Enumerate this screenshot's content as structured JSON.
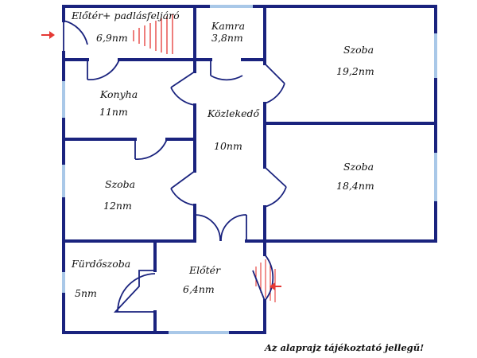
{
  "colors": {
    "wall": "#1a237e",
    "window": "#a9c8e8",
    "door": "#1a237e",
    "stairs": "#e53935",
    "entrance_arrow": "#e53935",
    "background": "#ffffff"
  },
  "rooms": {
    "eloter_padlas": {
      "name": "Előtér+ padlásfeljáró",
      "area": "6,9nm"
    },
    "kamra": {
      "name": "Kamra",
      "area": "3,8nm"
    },
    "szoba_1": {
      "name": "Szoba",
      "area": "19,2nm"
    },
    "konyha": {
      "name": "Konyha",
      "area": "11nm"
    },
    "kozlekedo": {
      "name": "Közlekedő",
      "area": "10nm"
    },
    "szoba_2": {
      "name": "Szoba",
      "area": "18,4nm"
    },
    "szoba_3": {
      "name": "Szoba",
      "area": "12nm"
    },
    "furdoszoba": {
      "name": "Fürdőszoba",
      "area": "5nm"
    },
    "eloter": {
      "name": "Előtér",
      "area": "6,4nm"
    }
  },
  "disclaimer": "Az alaprajz tájékoztató jellegű!",
  "icons": {
    "entrance_left": "arrow-right-icon",
    "entrance_right": "arrow-left-icon"
  }
}
